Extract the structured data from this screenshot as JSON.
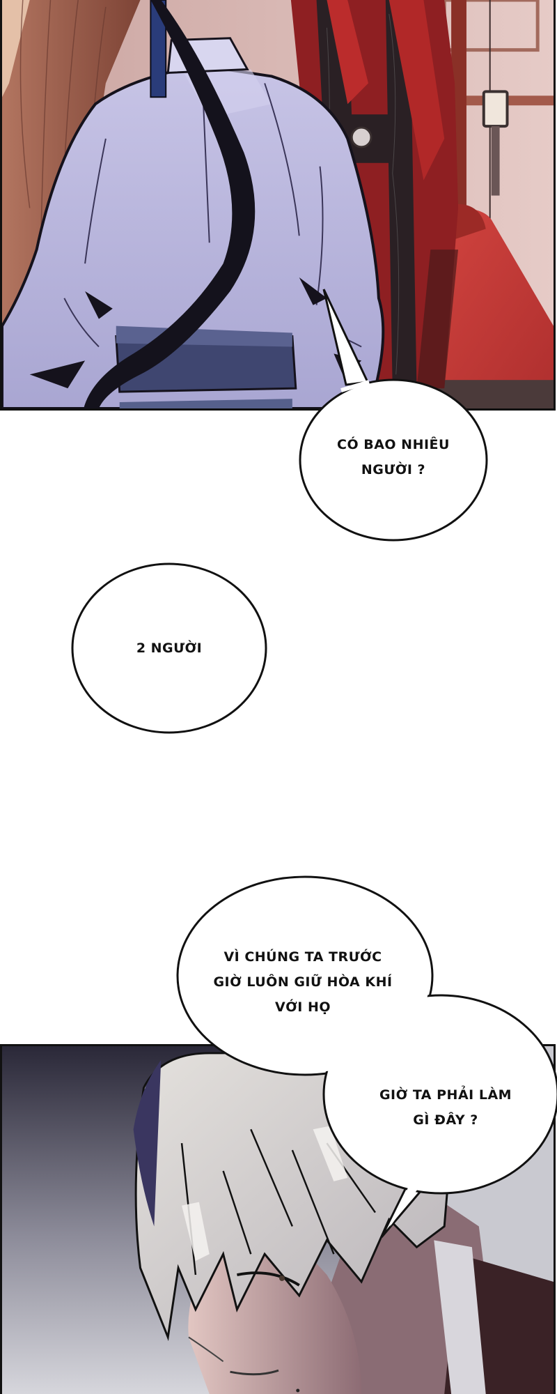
{
  "page": {
    "type": "webtoon-page",
    "background_color": "#ffffff"
  },
  "panels": [
    {
      "id": "panel-top",
      "description": "Back view of a seated figure in a pale lavender robe with dark navy sash and long black hair; a red-robed figure stands to the right in a warm interior with red carpet and wall lantern",
      "colors": {
        "robe": "#b9b6dc",
        "robe_shadow": "#8e8cba",
        "sash": "#3f4670",
        "hair": "#14121c",
        "curtain": "#9a5a45",
        "wall": "#dcbcb8",
        "red_robe": "#8e1f22",
        "carpet": "#c8383a",
        "wood": "#7a2a22"
      }
    },
    {
      "id": "panel-bottom",
      "description": "Close-up of a white-haired man looking down with a sombre expression, dark red robe at lower right",
      "colors": {
        "bg_dark": "#2a2838",
        "bg_light": "#cfcfd6",
        "hair": "#d8d5d2",
        "hair_shadow": "#8a8596",
        "skin": "#d9b8b4",
        "skin_shadow": "#8b6d73",
        "robe": "#3a2226"
      }
    }
  ],
  "bubbles": [
    {
      "id": "bubble-1",
      "lines": [
        "CÓ BAO NHIÊU",
        "NGƯỜI ?"
      ]
    },
    {
      "id": "bubble-2",
      "lines": [
        "2 NGƯỜI"
      ]
    },
    {
      "id": "bubble-3",
      "lines": [
        "VÌ CHÚNG TA TRƯỚC",
        "GIỜ LUÔN GIỮ HÒA KHÍ",
        "VỚI HỌ"
      ]
    },
    {
      "id": "bubble-4",
      "lines": [
        "GIỜ TA PHẢI LÀM",
        "GÌ ĐÂY ?"
      ]
    }
  ]
}
